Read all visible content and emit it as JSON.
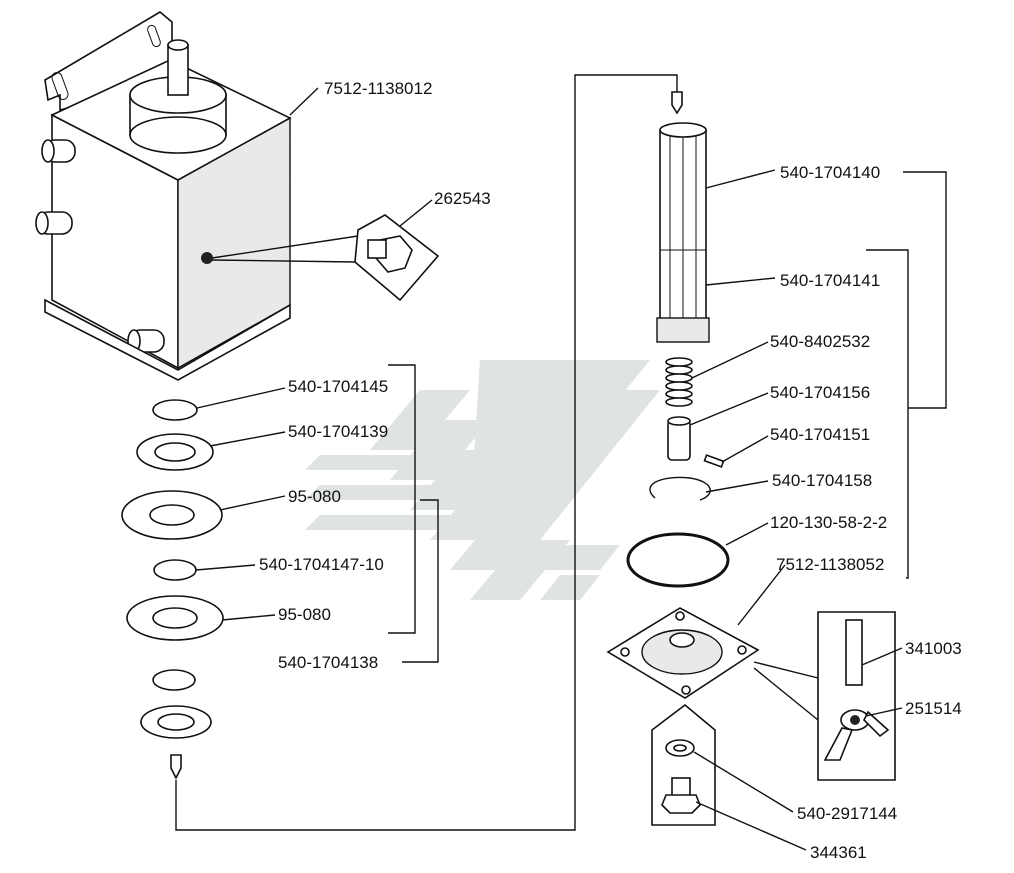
{
  "labels": {
    "tank": "7512-1138012",
    "plug": "262543",
    "filter": "540-1704140",
    "element": "540-1704141",
    "spring": "540-8402532",
    "valve": "540-1704156",
    "pin": "540-1704151",
    "snapring": "540-1704158",
    "oring": "120-130-58-2-2",
    "cover": "7512-1138052",
    "stud": "341003",
    "wingnut": "251514",
    "washer_small": "540-2917144",
    "bolt": "344361",
    "ring_top": "540-1704145",
    "gasket_top": "540-1704139",
    "disc1": "95-080",
    "ring_mid": "540-1704147-10",
    "disc2": "95-080",
    "set_left": "540-1704138"
  },
  "colors": {
    "line": "#111111",
    "watermark": "#b9c2c0"
  }
}
